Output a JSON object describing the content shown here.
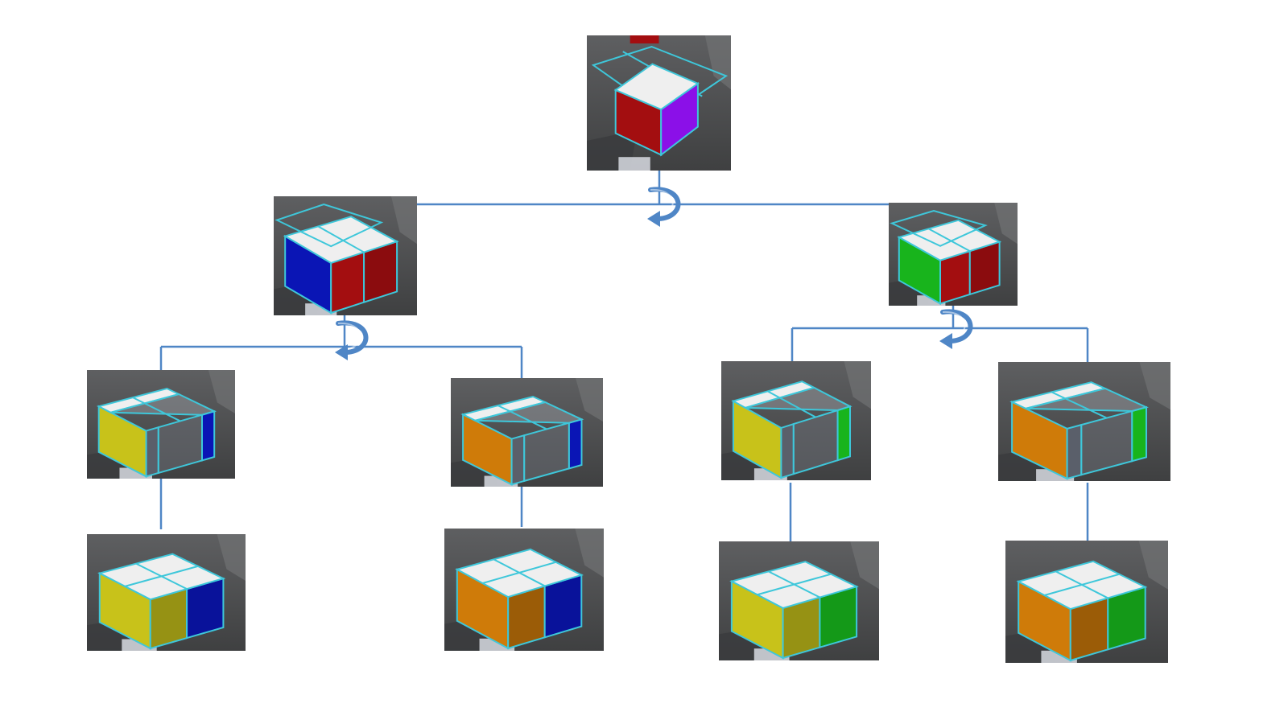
{
  "diagram": {
    "kind": "tree of rendered 3D block-assembly snapshots",
    "colors": {
      "connector": "#4f86c6",
      "rotate_arrow": "#4f86c6",
      "wireframe": "#3ec7da",
      "panel_background": "#4b4c4d",
      "red": "#a30e10",
      "purple": "#8b10e8",
      "blue": "#0a15b5",
      "yellow": "#c8c21a",
      "orange": "#cf7b09",
      "green": "#18b41c",
      "white_top": "#efefef"
    },
    "nodes": [
      {
        "id": "root",
        "level": 0,
        "icon": "red-purple-cube-snapshot",
        "side_colors": [
          "red",
          "purple"
        ],
        "filled_cells": 1
      },
      {
        "id": "left",
        "level": 1,
        "parent": "root",
        "icon": "blue-red-pair-snapshot",
        "side_colors": [
          "blue",
          "red"
        ],
        "filled_cells": 2
      },
      {
        "id": "right",
        "level": 1,
        "parent": "root",
        "icon": "green-red-pair-snapshot",
        "side_colors": [
          "green",
          "red"
        ],
        "filled_cells": 2
      },
      {
        "id": "ll",
        "level": 2,
        "parent": "left",
        "icon": "yellow-blue-empty-snapshot",
        "side_colors": [
          "yellow",
          "blue"
        ],
        "filled_cells": 0
      },
      {
        "id": "lr",
        "level": 2,
        "parent": "left",
        "icon": "orange-blue-empty-snapshot",
        "side_colors": [
          "orange",
          "blue"
        ],
        "filled_cells": 0
      },
      {
        "id": "rl",
        "level": 2,
        "parent": "right",
        "icon": "yellow-green-empty-snapshot",
        "side_colors": [
          "yellow",
          "green"
        ],
        "filled_cells": 0
      },
      {
        "id": "rr",
        "level": 2,
        "parent": "right",
        "icon": "orange-green-empty-snapshot",
        "side_colors": [
          "orange",
          "green"
        ],
        "filled_cells": 0
      },
      {
        "id": "ll-final",
        "level": 3,
        "parent": "ll",
        "icon": "yellow-blue-full-snapshot",
        "side_colors": [
          "yellow",
          "blue"
        ],
        "filled_cells": 4
      },
      {
        "id": "lr-final",
        "level": 3,
        "parent": "lr",
        "icon": "orange-blue-full-snapshot",
        "side_colors": [
          "orange",
          "blue"
        ],
        "filled_cells": 4
      },
      {
        "id": "rl-final",
        "level": 3,
        "parent": "rl",
        "icon": "yellow-green-full-snapshot",
        "side_colors": [
          "yellow",
          "green"
        ],
        "filled_cells": 4
      },
      {
        "id": "rr-final",
        "level": 3,
        "parent": "rr",
        "icon": "orange-green-full-snapshot",
        "side_colors": [
          "orange",
          "green"
        ],
        "filled_cells": 4
      }
    ],
    "rotation_markers": [
      {
        "at": "root",
        "icon": "rotate-arrow-icon"
      },
      {
        "at": "left",
        "icon": "rotate-arrow-icon"
      },
      {
        "at": "right",
        "icon": "rotate-arrow-icon"
      }
    ]
  }
}
